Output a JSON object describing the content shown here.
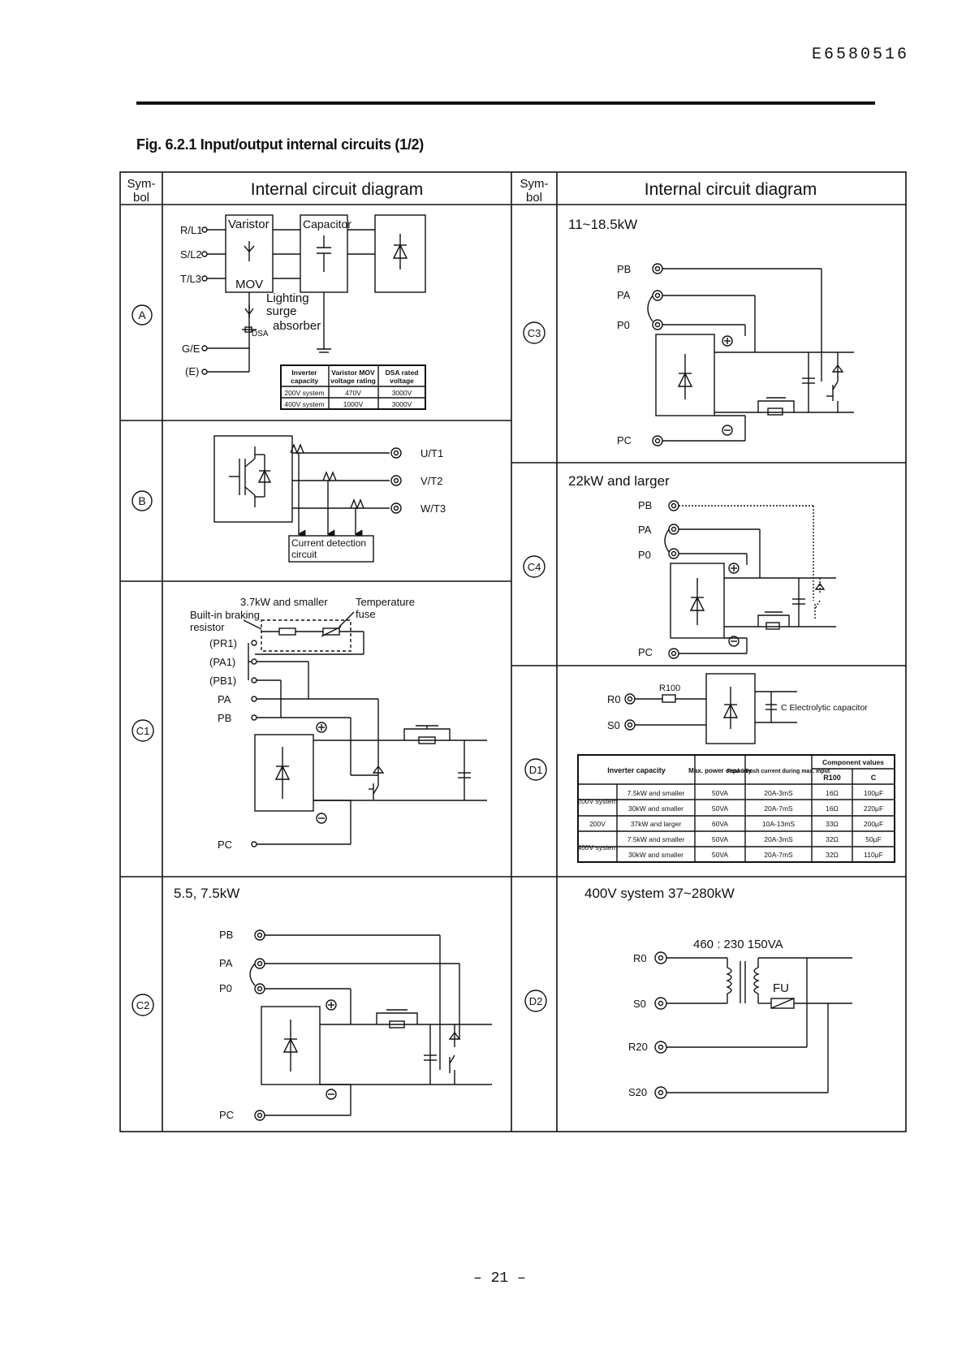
{
  "header": {
    "doc_number": "E6580516"
  },
  "figure": {
    "title": "Fig. 6.2.1  Input/output internal circuits (1/2)"
  },
  "table_headers": {
    "left": {
      "symbol": [
        "Sym-",
        "bol"
      ],
      "diagram": "Internal circuit diagram"
    },
    "right": {
      "symbol": [
        "Sym-",
        "bol"
      ],
      "diagram": "Internal circuit diagram"
    }
  },
  "rows": {
    "A": {
      "symbol": "A",
      "terminals": [
        "R/L1",
        "S/L2",
        "T/L3",
        "G/E",
        "(E)"
      ],
      "blocks": [
        "Varistor",
        "Capacitor",
        "MOV"
      ],
      "absorber_lines": [
        "Lighting",
        "surge",
        "absorber"
      ],
      "dsa_label": "DSA",
      "table": {
        "headers": [
          [
            "Inverter",
            "capacity"
          ],
          [
            "Varistor MOV",
            "voltage rating"
          ],
          [
            "DSA rated",
            "voltage"
          ]
        ],
        "rows": [
          [
            "200V system",
            "470V",
            "3000V"
          ],
          [
            "400V system",
            "1000V",
            "3000V"
          ]
        ]
      }
    },
    "B": {
      "symbol": "B",
      "outputs": [
        "U/T1",
        "V/T2",
        "W/T3"
      ],
      "detection_lines": [
        "Current detection",
        "circuit"
      ]
    },
    "C1": {
      "symbol": "C1",
      "note": "3.7kW and smaller",
      "builtin_lines": [
        "Built-in braking",
        "resistor"
      ],
      "fuse_lines": [
        "Temperature",
        "fuse"
      ],
      "terminals": [
        "(PR1)",
        "(PA1)",
        "(PB1)",
        "PA",
        "PB",
        "PC"
      ]
    },
    "C2": {
      "symbol": "C2",
      "title": "5.5, 7.5kW",
      "terminals": [
        "PB",
        "PA",
        "P0",
        "PC"
      ]
    },
    "C3": {
      "symbol": "C3",
      "title": "11~18.5kW",
      "terminals": [
        "PB",
        "PA",
        "P0",
        "PC"
      ]
    },
    "C4": {
      "symbol": "C4",
      "title": "22kW and larger",
      "terminals": [
        "PB",
        "PA",
        "P0",
        "PC"
      ]
    },
    "D1": {
      "symbol": "D1",
      "terminals": [
        "R0",
        "S0"
      ],
      "resistor": "R100",
      "capacitor_label": "C Electrolytic capacitor",
      "table": {
        "headers": [
          "Inverter capacity",
          "Max. power capacity",
          "Peak inrush current during max. input",
          "Component values"
        ],
        "subheaders": [
          "R100",
          "C"
        ],
        "rows": [
          [
            "200V system",
            "7.5kW and smaller",
            "50VA",
            "20A-3mS",
            "16Ω",
            "100μF"
          ],
          [
            "",
            "30kW and smaller",
            "50VA",
            "20A-7mS",
            "16Ω",
            "220μF"
          ],
          [
            "200V",
            "37kW and larger",
            "60VA",
            "10A-13mS",
            "33Ω",
            "200μF"
          ],
          [
            "400V system",
            "7.5kW and smaller",
            "50VA",
            "20A-3mS",
            "32Ω",
            "50μF"
          ],
          [
            "",
            "30kW and smaller",
            "50VA",
            "20A-7mS",
            "32Ω",
            "110μF"
          ]
        ]
      }
    },
    "D2": {
      "symbol": "D2",
      "title": "400V system 37~280kW",
      "transformer": "460 : 230 150VA",
      "fuse": "FU",
      "terminals": [
        "R0",
        "S0",
        "R20",
        "S20"
      ]
    }
  },
  "footer": {
    "page": "– 21 –"
  }
}
